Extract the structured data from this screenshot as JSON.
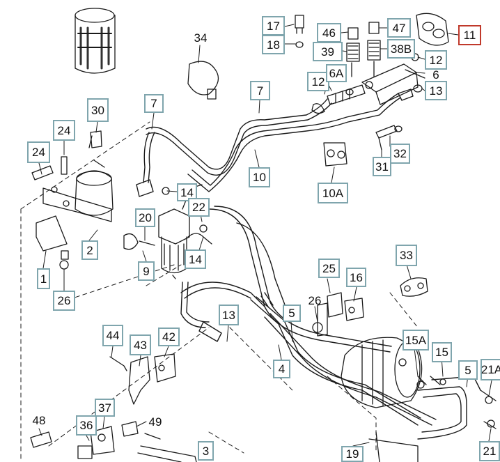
{
  "callouts": {
    "c17": "17",
    "c18": "18",
    "c46": "46",
    "c39": "39",
    "c47": "47",
    "c38b": "38B",
    "c11": "11",
    "c12a": "12",
    "c6": "6",
    "c34": "34",
    "c12b": "12",
    "c6a": "6A",
    "c13a": "13",
    "c7a": "7",
    "c7b": "7",
    "c30": "30",
    "c24a": "24",
    "c24b": "24",
    "c32": "32",
    "c31": "31",
    "c10": "10",
    "c10a": "10A",
    "c14a": "14",
    "c22": "22",
    "c20": "20",
    "c2": "2",
    "c1": "1",
    "c9": "9",
    "c14b": "14",
    "c26a": "26",
    "c33": "33",
    "c25": "25",
    "c16": "16",
    "c26b": "26",
    "c13b": "13",
    "c5a": "5",
    "c15a": "15A",
    "c15": "15",
    "c5b": "5",
    "c21a": "21A",
    "c44": "44",
    "c43": "43",
    "c42": "42",
    "c4": "4",
    "c37": "37",
    "c36": "36",
    "c48": "48",
    "c49": "49",
    "c3": "3",
    "c19": "19",
    "c21": "21"
  },
  "colors": {
    "label_border": "#7fa5ad",
    "selected_border": "#c0392b",
    "line": "#1a1a1a"
  }
}
